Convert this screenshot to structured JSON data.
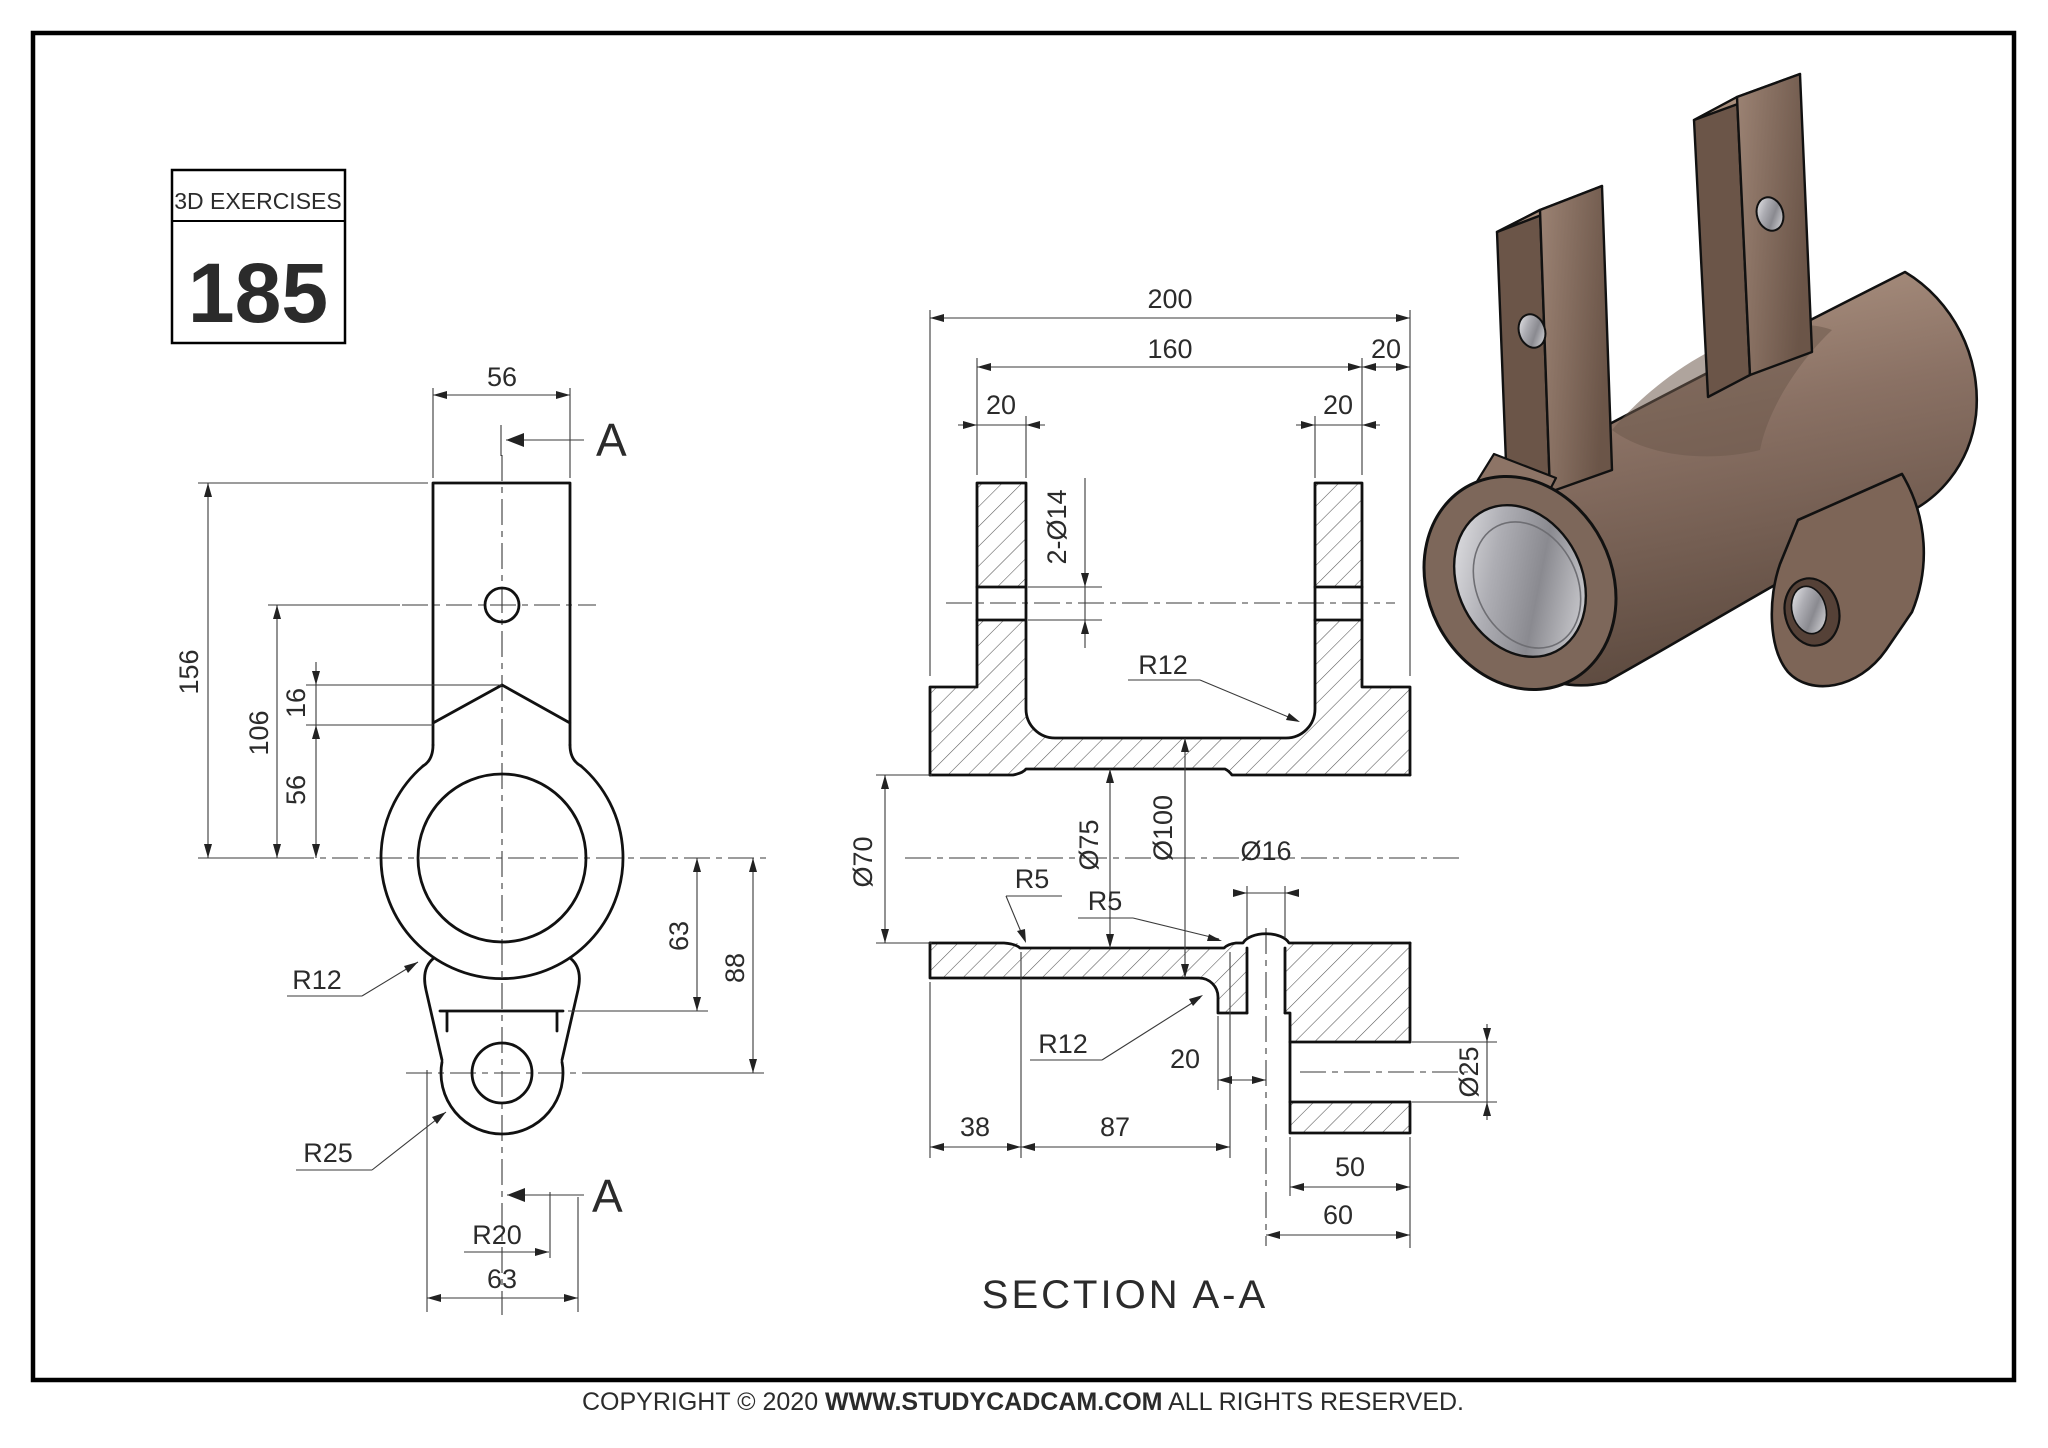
{
  "exercise_box": {
    "series": "3D EXERCISES",
    "number": "185"
  },
  "front_view": {
    "marker_top": "A",
    "marker_bottom": "A",
    "dim_tab_width": "56",
    "dim_total_height": "156",
    "dim_hole_height": "106",
    "dim_gable_height": "16",
    "dim_gable_base": "56",
    "dim_center_to_shelf": "63",
    "dim_center_to_hole": "88",
    "dim_bottom_width": "63",
    "label_fillet": "R12",
    "label_lug_radius": "R25",
    "label_taper_radius": "R20"
  },
  "section_view": {
    "title": "SECTION A-A",
    "dim_total_length": "200",
    "dim_tab_span": "160",
    "dim_right_end": "20",
    "dim_tab_left": "20",
    "dim_tab_right": "20",
    "label_tab_holes": "2-Ø14",
    "label_channel_fillet": "R12",
    "dim_bore_left": "Ø70",
    "dim_cavity": "Ø75",
    "dim_outer": "Ø100",
    "label_fillet_left": "R5",
    "label_fillet_right": "R5",
    "dim_drill": "Ø16",
    "label_lug_fillet": "R12",
    "dim_hole_offset": "20",
    "dim_bore_depth": "38",
    "dim_cavity_length": "87",
    "dim_lug_width": "50",
    "dim_lug_offset": "60",
    "dim_lug_hole": "Ø25"
  },
  "footer": {
    "prefix": "COPYRIGHT © 2020 ",
    "site": "WWW.STUDYCADCAM.COM",
    "suffix": " ALL RIGHTS RESERVED."
  },
  "colors": {
    "body_light": "#b59b89",
    "body_mid": "#8a7164",
    "body_dark": "#5f4c41",
    "bore_silver": "#d9d9dc",
    "line": "#111111"
  }
}
